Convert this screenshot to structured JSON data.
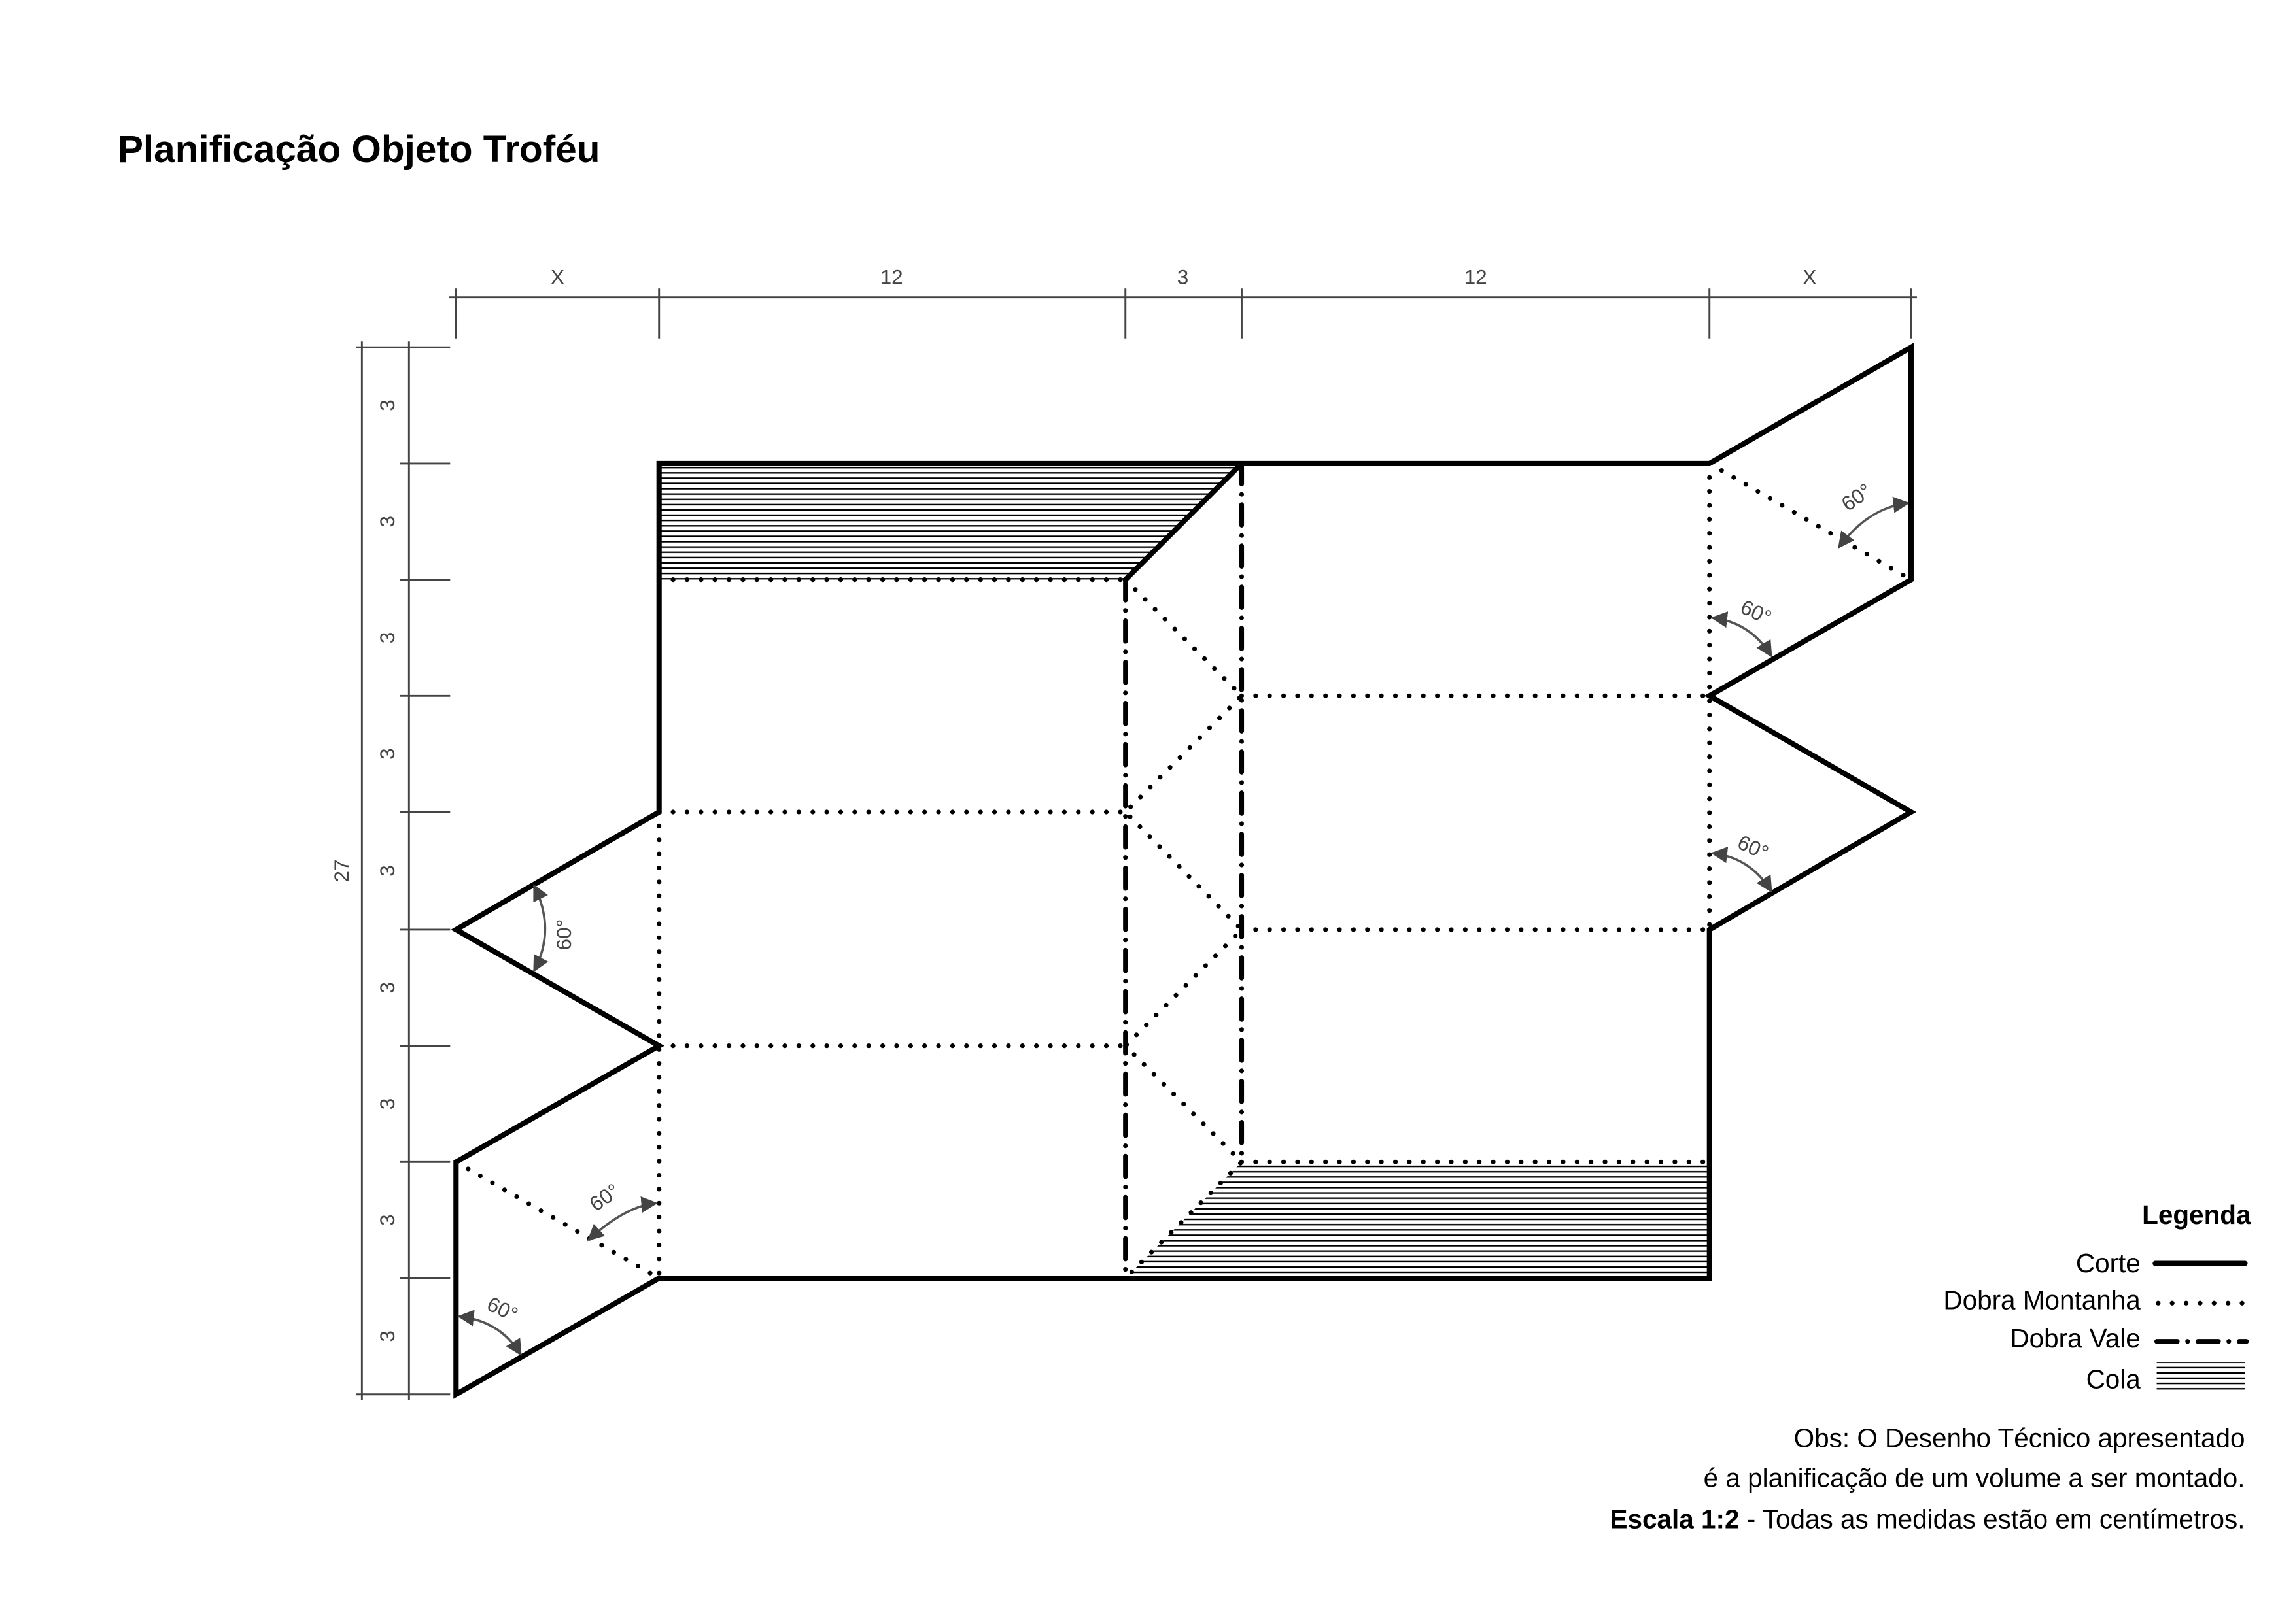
{
  "title": "Planificação Objeto Troféu",
  "dimensions": {
    "horizontal": [
      "X",
      "12",
      "3",
      "12",
      "X"
    ],
    "vertical_total": "27",
    "vertical_segments": [
      "3",
      "3",
      "3",
      "3",
      "3",
      "3",
      "3",
      "3",
      "3"
    ]
  },
  "angle_label": "60°",
  "legend": {
    "title": "Legenda",
    "items": [
      {
        "label": "Corte",
        "style": "solid"
      },
      {
        "label": "Dobra Montanha",
        "style": "dotted"
      },
      {
        "label": "Dobra Vale",
        "style": "dash-dot"
      },
      {
        "label": "Cola",
        "style": "hatch"
      }
    ]
  },
  "notes": {
    "line1": "Obs: O Desenho Técnico apresentado",
    "line2": "é a planificação de um volume a ser montado.",
    "line3_bold": "Escala 1:2",
    "line3_rest": " - Todas as medidas estão em centímetros."
  }
}
